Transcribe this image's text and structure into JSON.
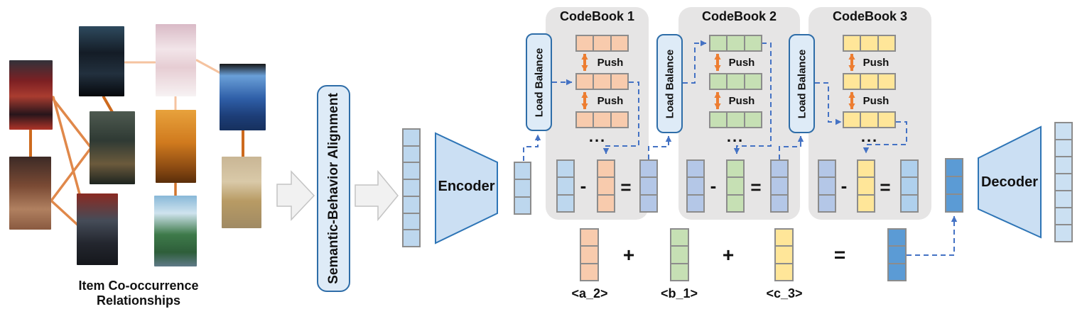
{
  "left_panel": {
    "caption": "Item  Co-occurrence Relationships",
    "thumbnails": [
      {
        "name": "basketball-game"
      },
      {
        "name": "pc-build"
      },
      {
        "name": "pink-phone"
      },
      {
        "name": "news-anchor"
      },
      {
        "name": "game-scene"
      },
      {
        "name": "sunset-poster"
      },
      {
        "name": "basketball-court"
      },
      {
        "name": "street-interview"
      },
      {
        "name": "mountain-road"
      },
      {
        "name": "gold-bracelet"
      }
    ],
    "edges": [
      {
        "from": "basketball-game",
        "to": "basketball-court"
      },
      {
        "from": "basketball-game",
        "to": "game-scene"
      },
      {
        "from": "basketball-game",
        "to": "street-interview"
      },
      {
        "from": "basketball-court",
        "to": "game-scene"
      },
      {
        "from": "basketball-court",
        "to": "street-interview"
      },
      {
        "from": "pc-build",
        "to": "game-scene"
      },
      {
        "from": "pc-build",
        "to": "pink-phone"
      },
      {
        "from": "pink-phone",
        "to": "news-anchor"
      },
      {
        "from": "pink-phone",
        "to": "sunset-poster"
      },
      {
        "from": "sunset-poster",
        "to": "mountain-road"
      },
      {
        "from": "news-anchor",
        "to": "gold-bracelet"
      }
    ]
  },
  "alignment": {
    "label": "Semantic-Behavior Alignment"
  },
  "encoder": {
    "label": "Encoder"
  },
  "decoder": {
    "label": "Decoder"
  },
  "load_balance": [
    {
      "label": "Load Balance"
    },
    {
      "label": "Load Balance"
    },
    {
      "label": "Load Balance"
    }
  ],
  "codebooks": [
    {
      "title": "CodeBook 1",
      "push_top": "Push",
      "push_bottom": "Push",
      "ellipsis": "...",
      "minus": "-",
      "equals": "=",
      "selected_row": 2,
      "code_label": "<a_2>"
    },
    {
      "title": "CodeBook 2",
      "push_top": "Push",
      "push_bottom": "Push",
      "ellipsis": "...",
      "minus": "-",
      "equals": "=",
      "selected_row": 1,
      "code_label": "<b_1>"
    },
    {
      "title": "CodeBook 3",
      "push_top": "Push",
      "push_bottom": "Push",
      "ellipsis": "...",
      "minus": "-",
      "equals": "=",
      "selected_row": 3,
      "code_label": "<c_3>"
    }
  ],
  "sum_row": {
    "plus": "+",
    "equals": "="
  },
  "colors": {
    "codebook_panel_bg": "#E6E5E5",
    "cell_border": "#8C8C8C",
    "orange_code": "#F8CBAD",
    "green_code": "#C6E0B4",
    "yellow_code": "#FFE699",
    "light_blue_vector": "#BDD7EE",
    "periwinkle_vector": "#B4C7E7",
    "deep_blue_vector": "#5B9BD5",
    "final_residual_vector": "#AFD0ED",
    "box_fill": "#DEEBF7",
    "box_border": "#2E75B6",
    "dashed_arrow": "#4472C4",
    "push_arrow": "#ED7D31",
    "co_occurrence_edge": "#CD6A1E",
    "flow_arrow_fill": "#F1F1F1"
  }
}
